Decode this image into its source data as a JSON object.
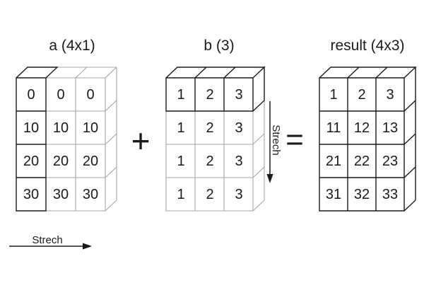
{
  "figure": {
    "background": "#ffffff",
    "colors": {
      "dark": "#1a1a1a",
      "light": "#a6a6a6"
    },
    "matrices": {
      "a": {
        "title": "a (4x1)",
        "rows": [
          [
            "0",
            "0",
            "0"
          ],
          [
            "10",
            "10",
            "10"
          ],
          [
            "20",
            "20",
            "20"
          ],
          [
            "30",
            "30",
            "30"
          ]
        ]
      },
      "b": {
        "title": "b (3)",
        "rows": [
          [
            "1",
            "2",
            "3"
          ],
          [
            "1",
            "2",
            "3"
          ],
          [
            "1",
            "2",
            "3"
          ],
          [
            "1",
            "2",
            "3"
          ]
        ]
      },
      "result": {
        "title": "result (4x3)",
        "rows": [
          [
            "1",
            "2",
            "3"
          ],
          [
            "11",
            "12",
            "13"
          ],
          [
            "21",
            "22",
            "23"
          ],
          [
            "31",
            "32",
            "33"
          ]
        ]
      }
    },
    "operators": {
      "plus": "+",
      "equals": "="
    },
    "annotations": {
      "stretch_right": "Strech",
      "stretch_down": "Strech"
    }
  }
}
